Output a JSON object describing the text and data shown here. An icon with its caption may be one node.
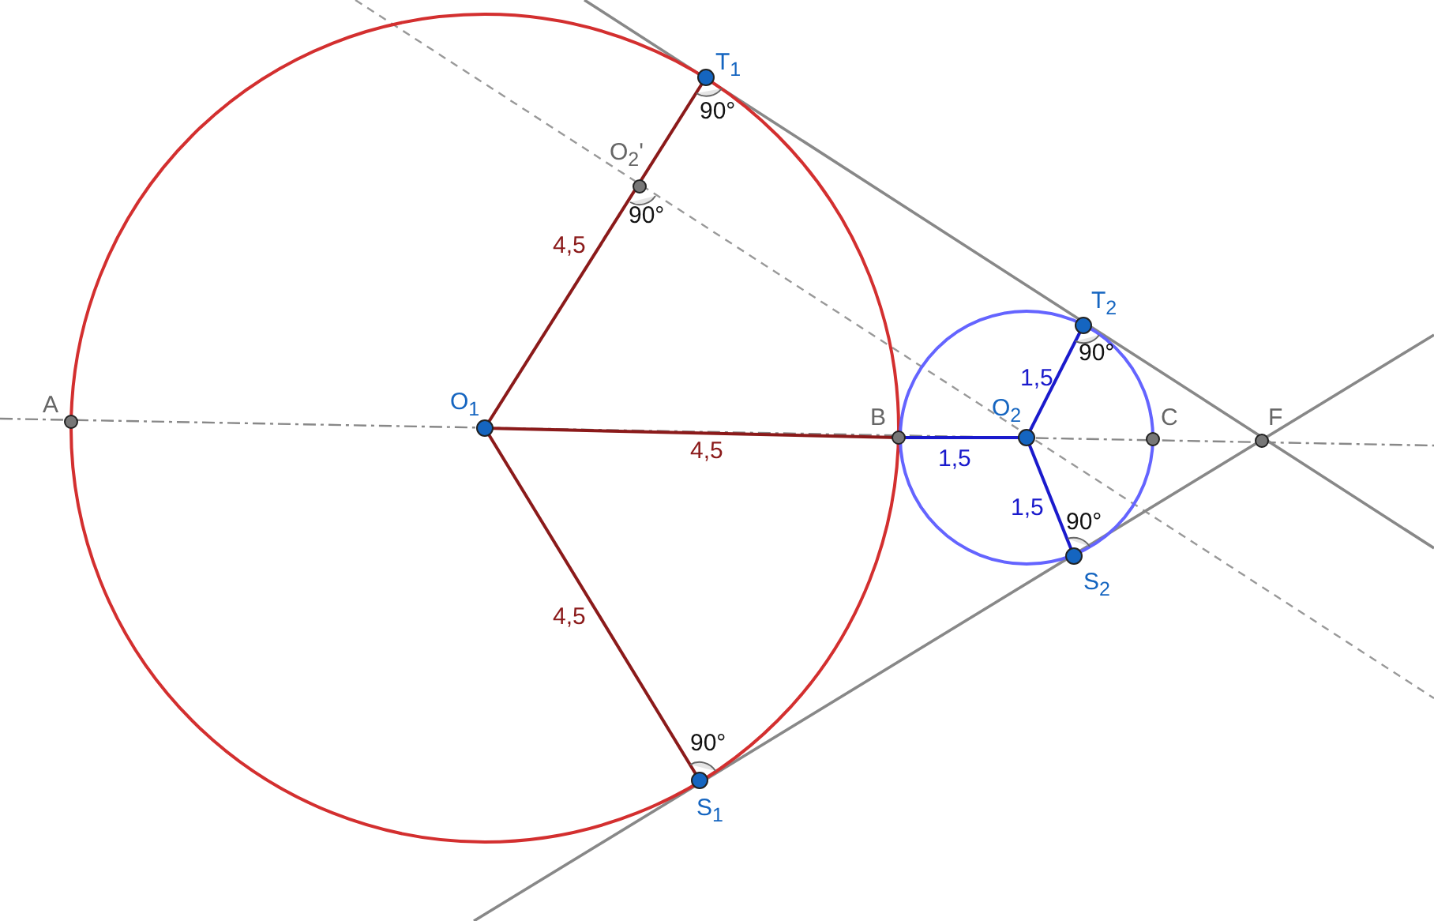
{
  "diagram": {
    "labels": [
      "T$_{1}$",
      "90°",
      "O$_{2}$'",
      "90°",
      "4,5",
      "T$_{2}$",
      "90°",
      "1,5",
      "A",
      "O$_{1}$",
      "B",
      "O$_{2}$",
      "C",
      "F",
      "4,5",
      "1,5",
      "1,5",
      "90°",
      "S$_{2}$",
      "4,5",
      "90°",
      "S$_{1}$"
    ]
  }
}
